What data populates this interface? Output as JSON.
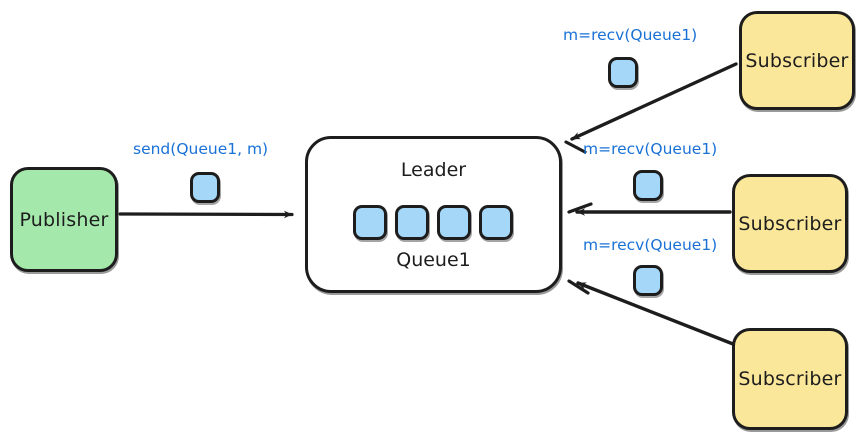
{
  "diagram": {
    "title": "Publisher-Subscriber queue diagram",
    "colors": {
      "publisher_fill": "#a5e8ac",
      "subscriber_fill": "#fbe79a",
      "message_fill": "#a5d8f8",
      "stroke": "#1d1d1d",
      "label_text": "#1971d6",
      "background": "#ffffff"
    },
    "publisher": {
      "label": "Publisher"
    },
    "broker": {
      "title": "Leader",
      "queue_name": "Queue1",
      "messages": [
        "message",
        "message",
        "message",
        "message"
      ],
      "message_count": 4
    },
    "subscribers": [
      {
        "label": "Subscriber"
      },
      {
        "label": "Subscriber"
      },
      {
        "label": "Subscriber"
      }
    ],
    "edges": [
      {
        "name": "publish-edge",
        "label": "send(Queue1, m)",
        "from": "Publisher",
        "to": "Leader",
        "has_message_icon": true
      },
      {
        "name": "receive-edge-top",
        "label": "m=recv(Queue1)",
        "from": "Subscriber",
        "to": "Leader",
        "has_message_icon": true
      },
      {
        "name": "receive-edge-middle",
        "label": "m=recv(Queue1)",
        "from": "Subscriber",
        "to": "Leader",
        "has_message_icon": true
      },
      {
        "name": "receive-edge-bottom",
        "label": "m=recv(Queue1)",
        "from": "Subscriber",
        "to": "Leader",
        "has_message_icon": true
      }
    ]
  }
}
